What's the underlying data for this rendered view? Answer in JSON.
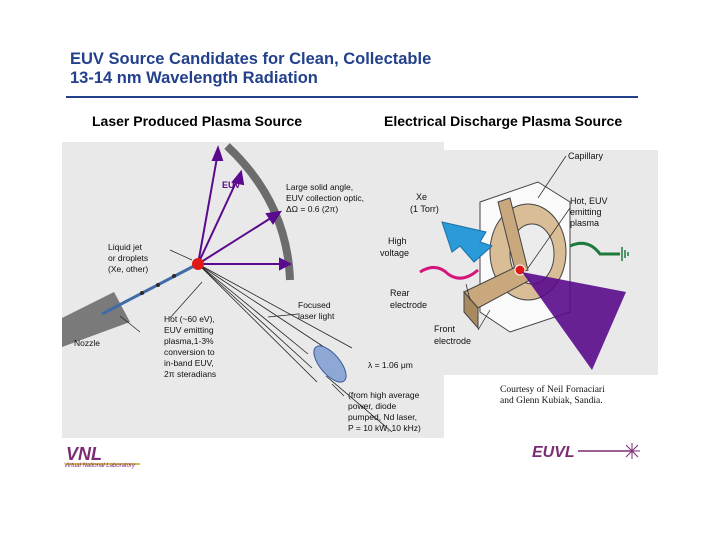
{
  "header": {
    "title_line1": "EUV Source Candidates for Clean, Collectable",
    "title_line2": "13-14 nm Wavelength Radiation"
  },
  "laser_produced": {
    "heading": "Laser Produced Plasma Source",
    "labels": {
      "euv": "EUV",
      "solid_angle_1": "Large solid angle,",
      "solid_angle_2": "EUV collection optic,",
      "solid_angle_3": "ΔΩ = 0.6 (2π)",
      "jet_1": "Liquid jet",
      "jet_2": "or droplets",
      "jet_3": "(Xe, other)",
      "nozzle": "Nozzle",
      "hot_1": "Hot (~60 eV),",
      "hot_2": "EUV emitting",
      "hot_3": "plasma,1-3%",
      "hot_4": "conversion to",
      "hot_5": "in-band EUV,",
      "hot_6": "2π steradians",
      "focused_1": "Focused",
      "focused_2": "laser light",
      "lambda": "λ = 1.06 μm",
      "laser_1": "(from high average",
      "laser_2": "power, diode",
      "laser_3": "pumped, Nd laser,",
      "laser_4": "P = 10 kW, 10 kHz)"
    }
  },
  "discharge": {
    "heading": "Electrical Discharge Plasma Source",
    "labels": {
      "capillary": "Capillary",
      "xe_1": "Xe",
      "xe_2": "(1 Torr)",
      "hot_1": "Hot, EUV",
      "hot_2": "emitting",
      "hot_3": "plasma",
      "hv_1": "High",
      "hv_2": "voltage",
      "rear_1": "Rear",
      "rear_2": "electrode",
      "front_1": "Front",
      "front_2": "electrode"
    },
    "credit_1": "Courtesy of Neil Fornaciari",
    "credit_2": "and Glenn Kubiak, Sandia."
  },
  "footer": {
    "vnl": "VNL",
    "vnl_sub": "Virtual National Laboratory",
    "euv": "EUVL"
  },
  "colors": {
    "title": "#23408c",
    "purple": "#5a0a8c",
    "arrow_blue": "#2a9bd8",
    "tan": "#d8bd96",
    "green": "#1e7a3c",
    "magenta": "#d4167c"
  }
}
